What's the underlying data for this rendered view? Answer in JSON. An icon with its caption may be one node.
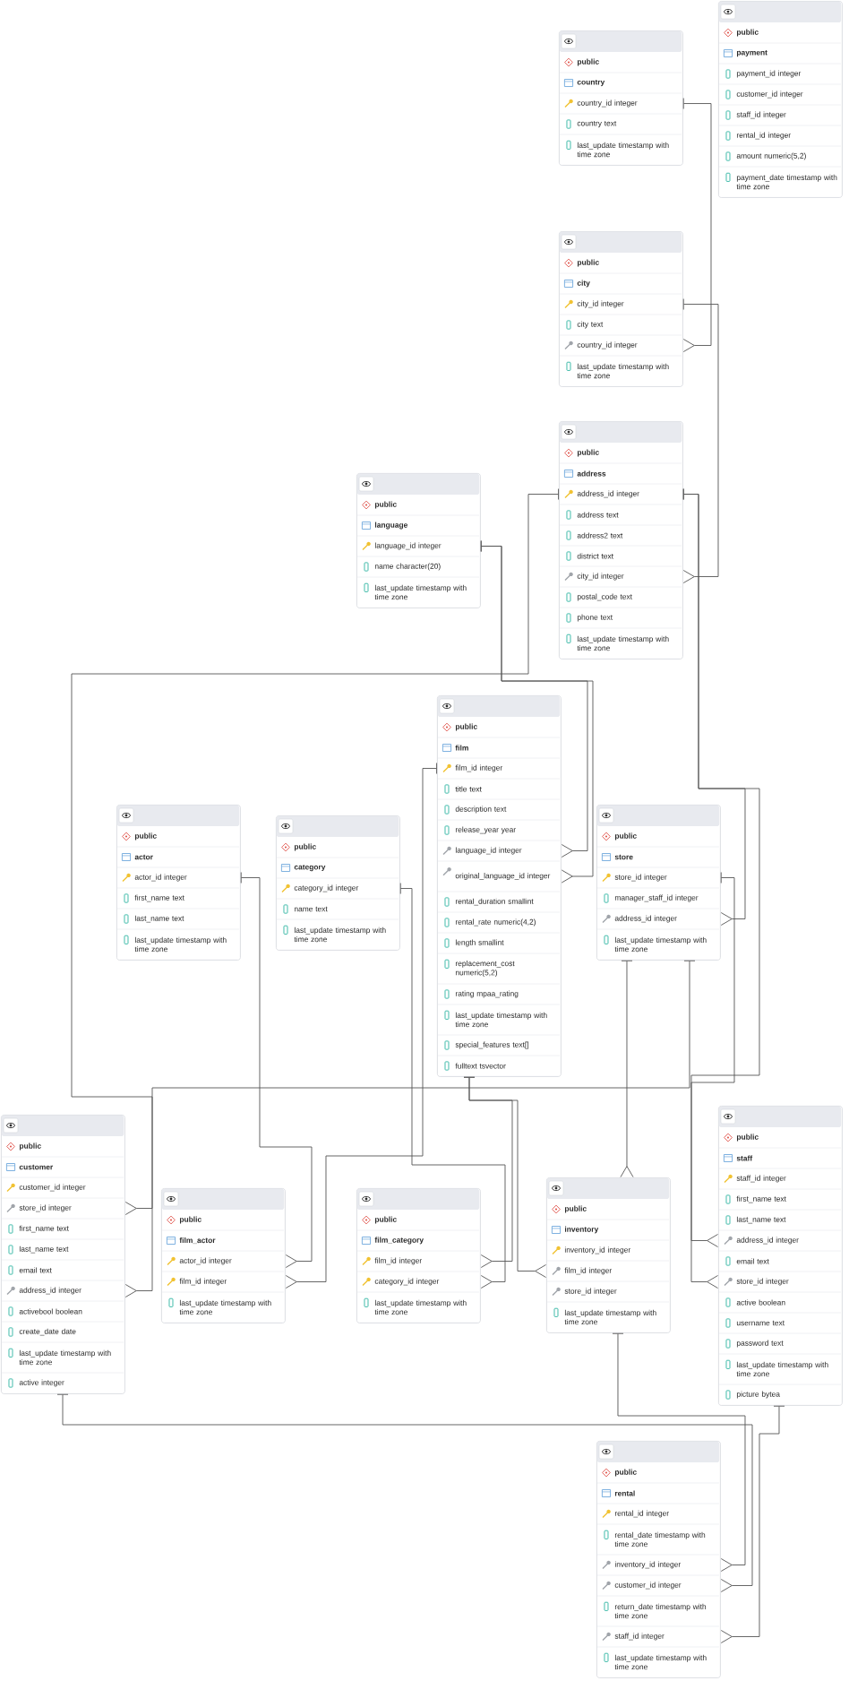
{
  "diagram": {
    "nodes": [
      {
        "text": [
          "public",
          "payment",
          "payment_id integer",
          "customer_id integer",
          "staff_id integer",
          "rental_id integer",
          "amount numeric(5,2)",
          "payment_date timestamp with time zone"
        ]
      },
      {
        "text": [
          "public",
          "country",
          "country_id integer",
          "country text",
          "last_update timestamp with time zone"
        ]
      },
      {
        "text": [
          "public",
          "city",
          "city_id integer",
          "city text",
          "country_id integer",
          "last_update timestamp with time zone"
        ]
      },
      {
        "text": [
          "public",
          "address",
          "address_id integer",
          "address text",
          "address2 text",
          "district text",
          "city_id integer",
          "postal_code text",
          "phone text",
          "last_update timestamp with time zone"
        ]
      },
      {
        "text": [
          "public",
          "language",
          "language_id integer",
          "name character(20)",
          "last_update timestamp with time zone"
        ]
      },
      {
        "text": [
          "public",
          "film",
          "film_id integer",
          "title text",
          "description text",
          "release_year year",
          "language_id integer",
          "original_language_id integer",
          "rental_duration smallint",
          "rental_rate numeric(4,2)",
          "length smallint",
          "replacement_cost numeric(5,2)",
          "rating mpaa_rating",
          "last_update timestamp with time zone",
          "special_features text[]",
          "fulltext tsvector"
        ]
      },
      {
        "text": [
          "public",
          "actor",
          "actor_id integer",
          "first_name text",
          "last_name text",
          "last_update timestamp with time zone"
        ]
      },
      {
        "text": [
          "public",
          "category",
          "category_id integer",
          "name text",
          "last_update timestamp with time zone"
        ]
      },
      {
        "text": [
          "public",
          "store",
          "store_id integer",
          "manager_staff_id integer",
          "address_id integer",
          "last_update timestamp with time zone"
        ]
      },
      {
        "text": [
          "public",
          "customer",
          "customer_id integer",
          "store_id integer",
          "first_name text",
          "last_name text",
          "email text",
          "address_id integer",
          "activebool boolean",
          "create_date date",
          "last_update timestamp with time zone",
          "active integer"
        ]
      },
      {
        "text": [
          "public",
          "film_actor",
          "actor_id integer",
          "film_id integer",
          "last_update timestamp with time zone"
        ]
      },
      {
        "text": [
          "public",
          "film_category",
          "film_id integer",
          "category_id integer",
          "last_update timestamp with time zone"
        ]
      },
      {
        "text": [
          "public",
          "inventory",
          "inventory_id integer",
          "film_id integer",
          "store_id integer",
          "last_update timestamp with time zone"
        ]
      },
      {
        "text": [
          "public",
          "staff",
          "staff_id integer",
          "first_name text",
          "last_name text",
          "address_id integer",
          "email text",
          "store_id integer",
          "active boolean",
          "username text",
          "password text",
          "last_update timestamp with time zone",
          "picture bytea"
        ]
      },
      {
        "text": [
          "public",
          "rental",
          "rental_id integer",
          "rental_date timestamp with time zone",
          "inventory_id integer",
          "customer_id integer",
          "return_date timestamp with time zone",
          "staff_id integer",
          "last_update timestamp with time zone"
        ]
      }
    ],
    "edges": [
      {
        "from": 1,
        "to": 2,
        "arrow": "other"
      },
      {
        "from": 2,
        "to": 3,
        "arrow": "other"
      },
      {
        "from": 3,
        "to": 8,
        "arrow": "other"
      },
      {
        "from": 3,
        "to": 9,
        "arrow": "other"
      },
      {
        "from": 3,
        "to": 13,
        "arrow": "other"
      },
      {
        "from": 4,
        "to": 5,
        "arrow": "other"
      },
      {
        "from": 4,
        "to": 5,
        "arrow": "other"
      },
      {
        "from": 6,
        "to": 10,
        "arrow": "other"
      },
      {
        "from": 5,
        "to": 10,
        "arrow": "other"
      },
      {
        "from": 7,
        "to": 11,
        "arrow": "other"
      },
      {
        "from": 5,
        "to": 11,
        "arrow": "other"
      },
      {
        "from": 5,
        "to": 12,
        "arrow": "other"
      },
      {
        "from": 8,
        "to": 12,
        "arrow": "other"
      },
      {
        "from": 8,
        "to": 9,
        "arrow": "other"
      },
      {
        "from": 8,
        "to": 13,
        "arrow": "other"
      },
      {
        "from": 12,
        "to": 14,
        "arrow": "other"
      },
      {
        "from": 9,
        "to": 14,
        "arrow": "other"
      },
      {
        "from": 13,
        "to": 14,
        "arrow": "other"
      }
    ]
  }
}
